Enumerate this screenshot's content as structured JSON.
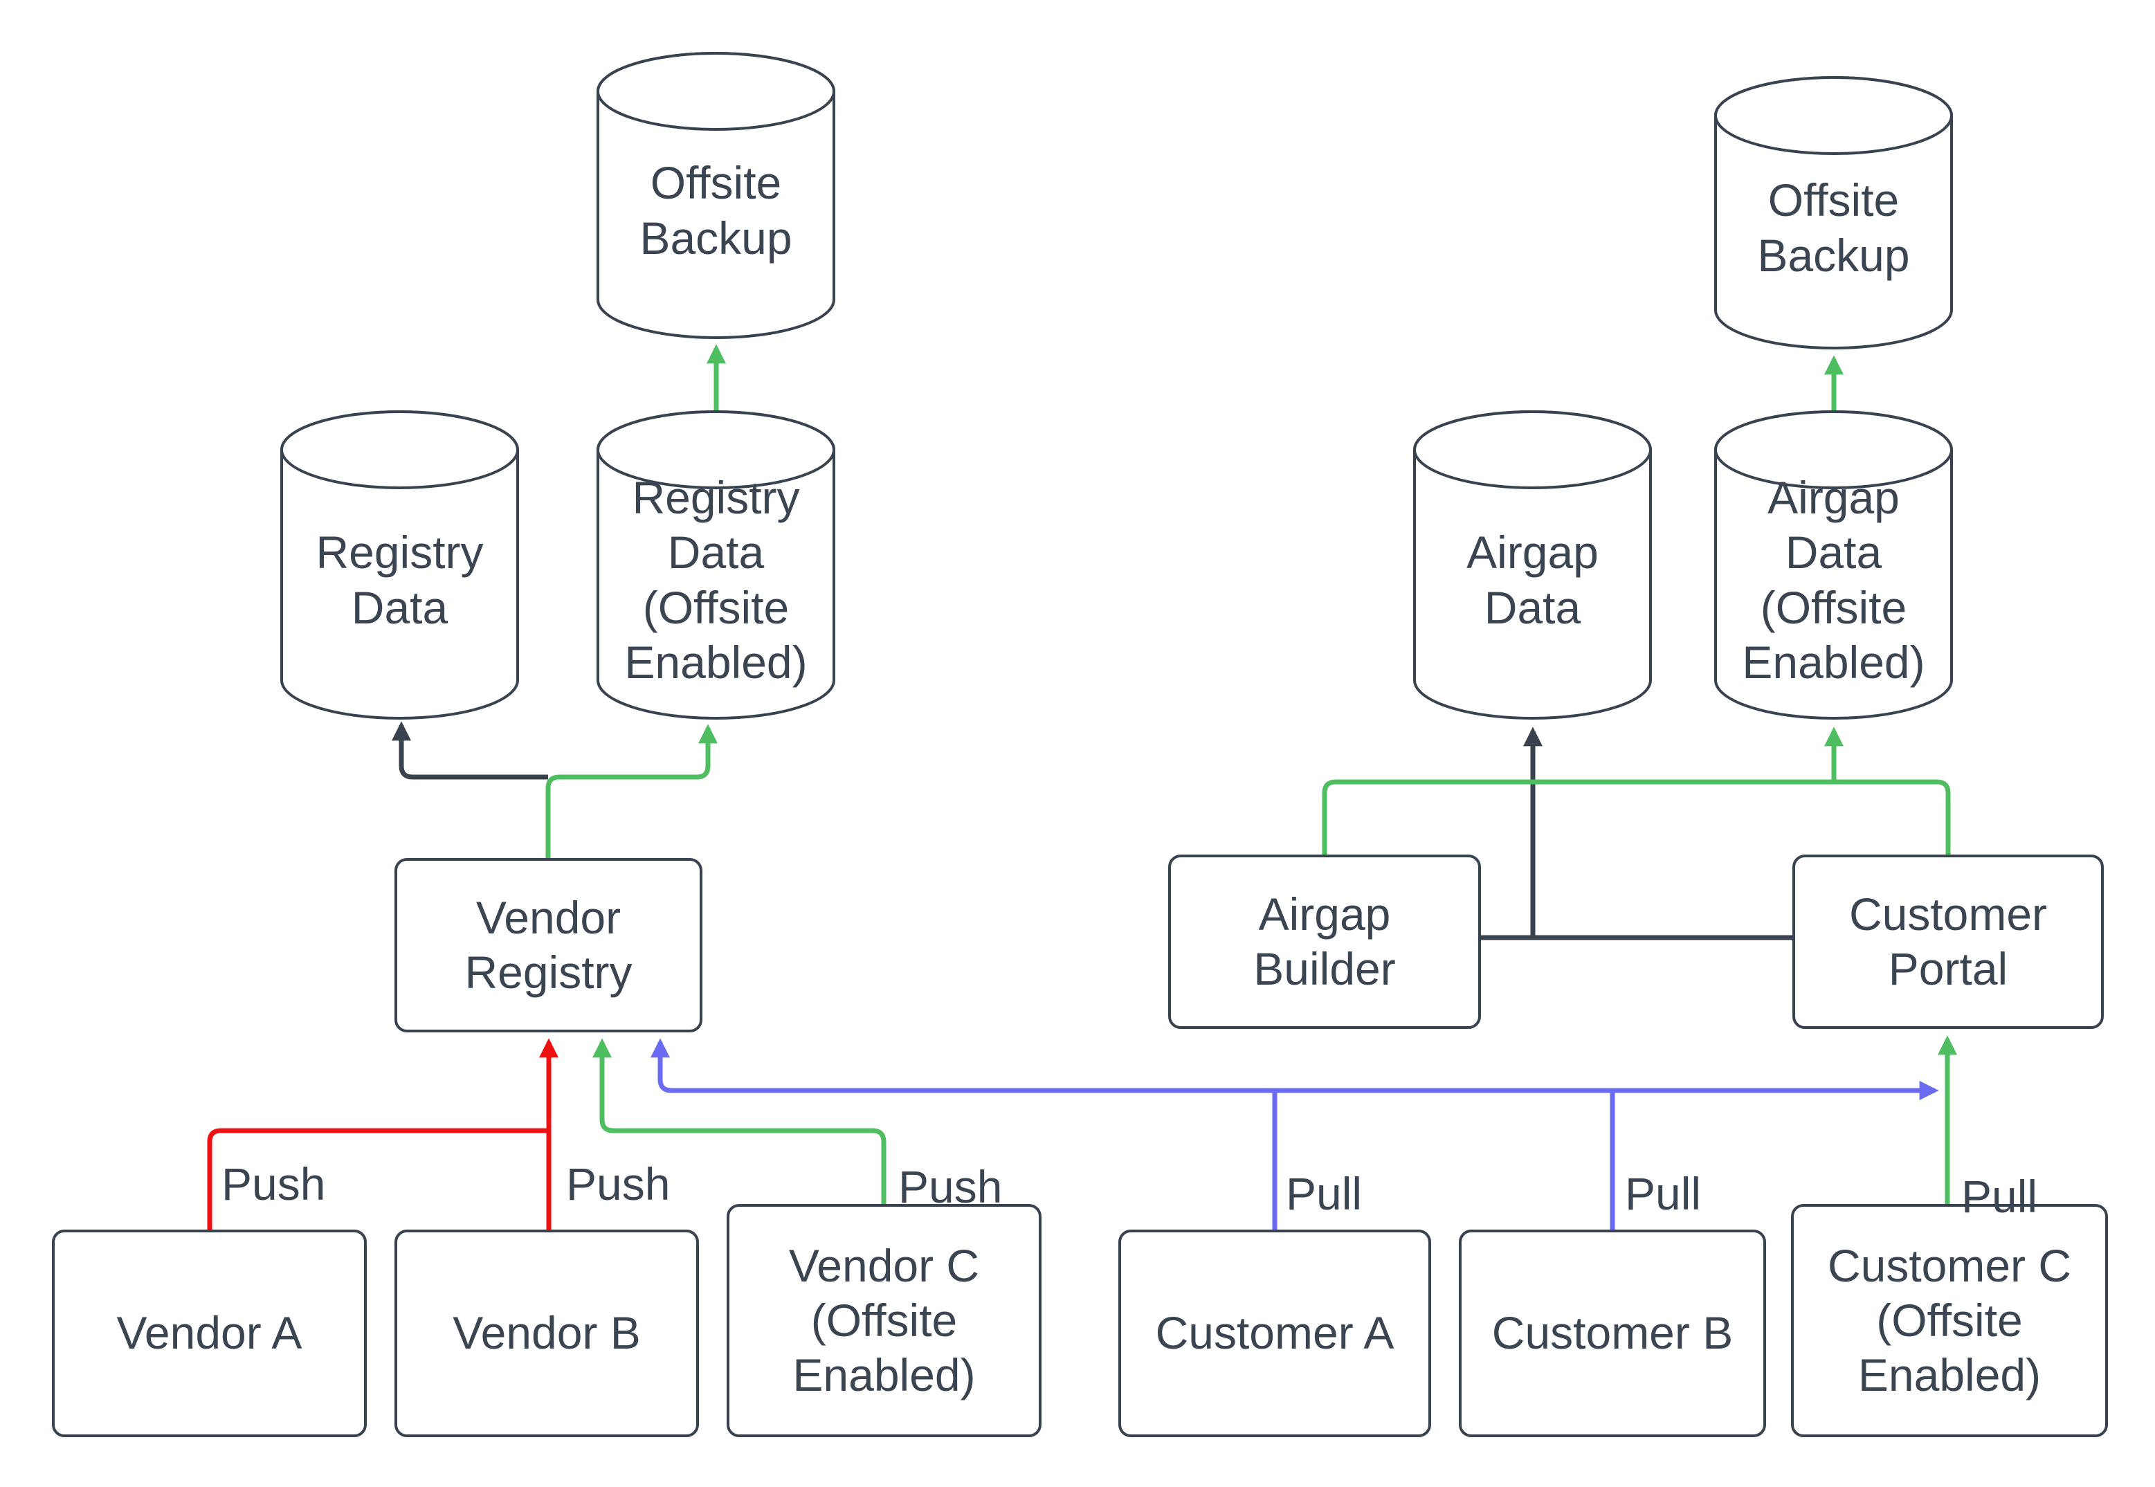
{
  "colors": {
    "background": "#ffffff",
    "node_border": "#39434f",
    "text": "#3b4551",
    "edge_dark": "#39434f",
    "edge_green": "#4fbe60",
    "edge_blue": "#6b6bf2",
    "edge_red": "#ee1111"
  },
  "nodes": {
    "offsite_backup_left": {
      "label": "Offsite Backup",
      "shape": "cylinder"
    },
    "registry_data": {
      "label": "Registry Data",
      "shape": "cylinder"
    },
    "registry_data_offsite": {
      "label": "Registry Data (Offsite Enabled)",
      "shape": "cylinder"
    },
    "airgap_data": {
      "label": "Airgap Data",
      "shape": "cylinder"
    },
    "airgap_data_offsite": {
      "label": "Airgap Data (Offsite Enabled)",
      "shape": "cylinder"
    },
    "offsite_backup_right": {
      "label": "Offsite Backup",
      "shape": "cylinder"
    },
    "vendor_registry": {
      "label": "Vendor Registry",
      "shape": "rectangle"
    },
    "airgap_builder": {
      "label": "Airgap Builder",
      "shape": "rectangle"
    },
    "customer_portal": {
      "label": "Customer Portal",
      "shape": "rectangle"
    },
    "vendor_a": {
      "label": "Vendor A",
      "shape": "rectangle"
    },
    "vendor_b": {
      "label": "Vendor B",
      "shape": "rectangle"
    },
    "vendor_c": {
      "label": "Vendor C (Offsite Enabled)",
      "shape": "rectangle"
    },
    "customer_a": {
      "label": "Customer A",
      "shape": "rectangle"
    },
    "customer_b": {
      "label": "Customer B",
      "shape": "rectangle"
    },
    "customer_c": {
      "label": "Customer C (Offsite Enabled)",
      "shape": "rectangle"
    }
  },
  "edge_labels": {
    "push_vendor_a": "Push",
    "push_vendor_b": "Push",
    "push_vendor_c": "Push",
    "pull_customer_a": "Pull",
    "pull_customer_b": "Pull",
    "pull_customer_c": "Pull"
  },
  "edges": [
    {
      "from": "vendor_a",
      "to": "vendor_registry",
      "color": "red",
      "label": "Push"
    },
    {
      "from": "vendor_b",
      "to": "vendor_registry",
      "color": "red",
      "label": "Push"
    },
    {
      "from": "vendor_c",
      "to": "vendor_registry",
      "color": "green",
      "label": "Push"
    },
    {
      "from": "vendor_registry",
      "to": "registry_data",
      "color": "dark",
      "label": ""
    },
    {
      "from": "vendor_registry",
      "to": "registry_data_offsite",
      "color": "green",
      "label": ""
    },
    {
      "from": "registry_data_offsite",
      "to": "offsite_backup_left",
      "color": "green",
      "label": ""
    },
    {
      "from": "customer_a",
      "to": "vendor_registry",
      "color": "blue",
      "label": "Pull"
    },
    {
      "from": "customer_b",
      "to": "vendor_registry",
      "color": "blue",
      "label": "Pull"
    },
    {
      "from": "customer_c",
      "to": "customer_portal",
      "color": "green",
      "label": "Pull"
    },
    {
      "from": "airgap_builder",
      "to": "customer_portal",
      "color": "dark",
      "label": ""
    },
    {
      "from": "customer_portal",
      "to": "airgap_data",
      "color": "dark",
      "label": ""
    },
    {
      "from": "airgap_builder",
      "to": "airgap_data_offsite",
      "color": "green",
      "label": ""
    },
    {
      "from": "customer_portal",
      "to": "airgap_data_offsite",
      "color": "green",
      "label": ""
    },
    {
      "from": "airgap_data_offsite",
      "to": "offsite_backup_right",
      "color": "green",
      "label": ""
    }
  ]
}
